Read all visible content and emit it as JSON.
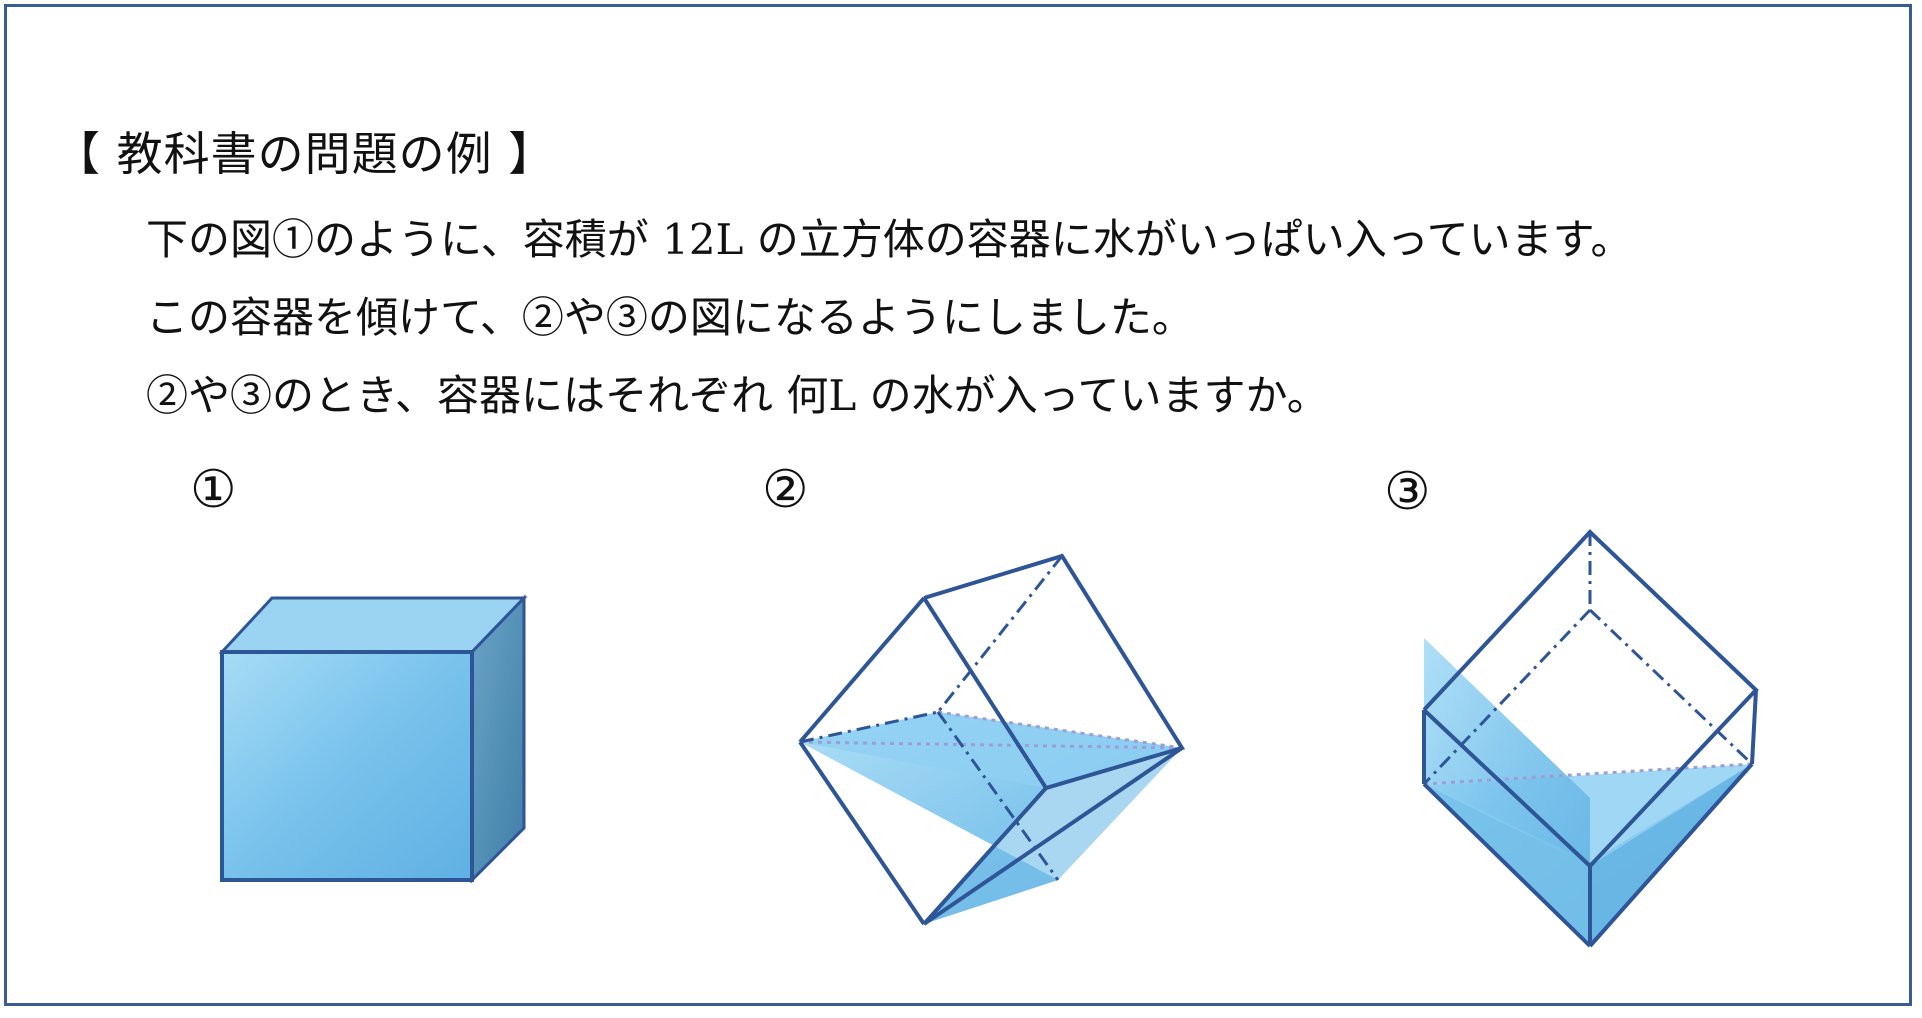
{
  "heading": "【 教科書の問題の例 】",
  "problem": {
    "line1": "下の図①のように、容積が 12L の立方体の容器に水がいっぱい入っています。",
    "line2": "この容器を傾けて、②や③の図になるようにしました。",
    "line3": "②や③のとき、容器にはそれぞれ 何L の水が入っていますか。"
  },
  "figures": [
    {
      "label": "①"
    },
    {
      "label": "②"
    },
    {
      "label": "③"
    }
  ],
  "colors": {
    "border": "#3b5b95",
    "edge": "#2e5596",
    "water": "#79c3ec",
    "water_side": "#4f8fb8"
  }
}
